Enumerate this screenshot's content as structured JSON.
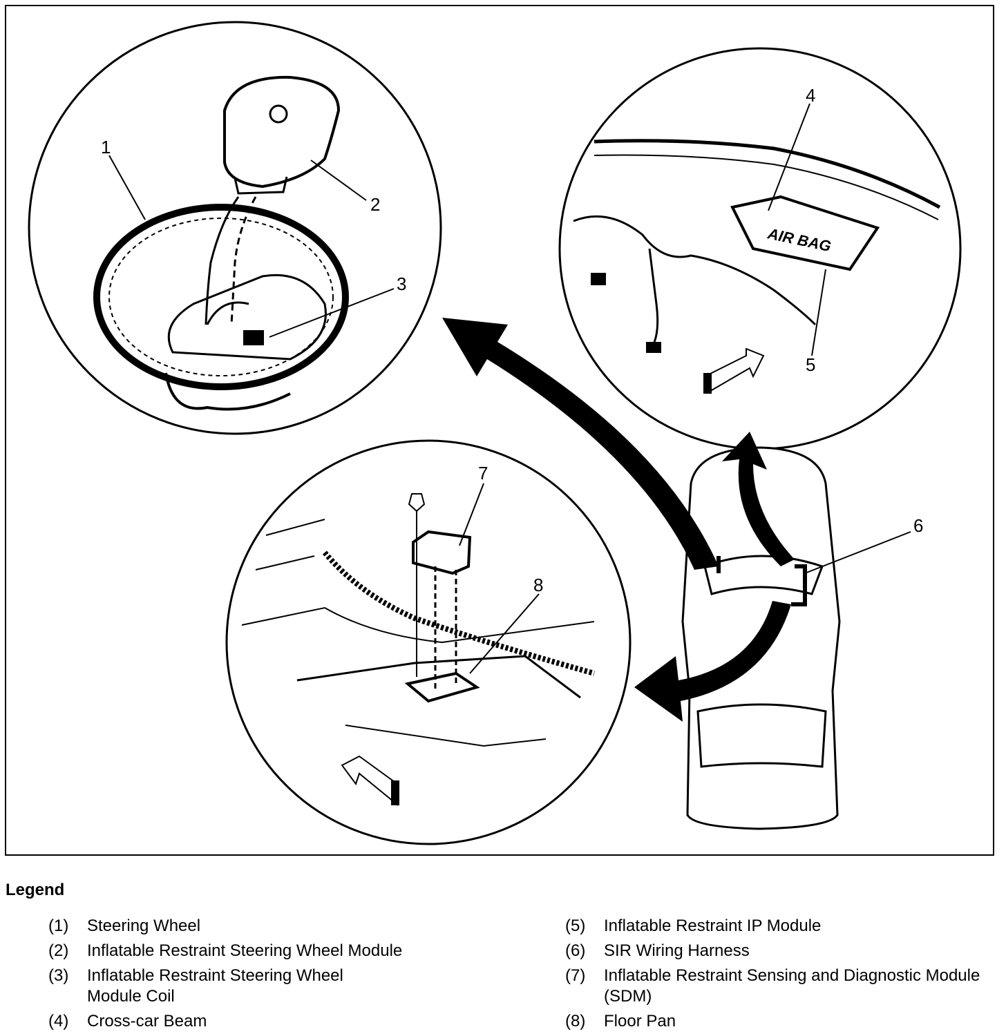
{
  "figure": {
    "callouts": [
      "1",
      "2",
      "3",
      "4",
      "5",
      "6",
      "7",
      "8"
    ],
    "airbag_text": "AIR BAG",
    "colors": {
      "ink": "#000000",
      "paper": "#ffffff"
    }
  },
  "legend": {
    "title": "Legend",
    "items": [
      {
        "num": "(1)",
        "text": "Steering Wheel"
      },
      {
        "num": "(2)",
        "text": "Inflatable Restraint Steering Wheel Module"
      },
      {
        "num": "(3)",
        "text": "Inflatable Restraint Steering Wheel Module Coil"
      },
      {
        "num": "(4)",
        "text": "Cross-car Beam"
      },
      {
        "num": "(5)",
        "text": "Inflatable Restraint IP Module"
      },
      {
        "num": "(6)",
        "text": "SIR Wiring Harness"
      },
      {
        "num": "(7)",
        "text": "Inflatable Restraint Sensing and Diagnostic Module (SDM)"
      },
      {
        "num": "(8)",
        "text": "Floor Pan"
      }
    ]
  }
}
